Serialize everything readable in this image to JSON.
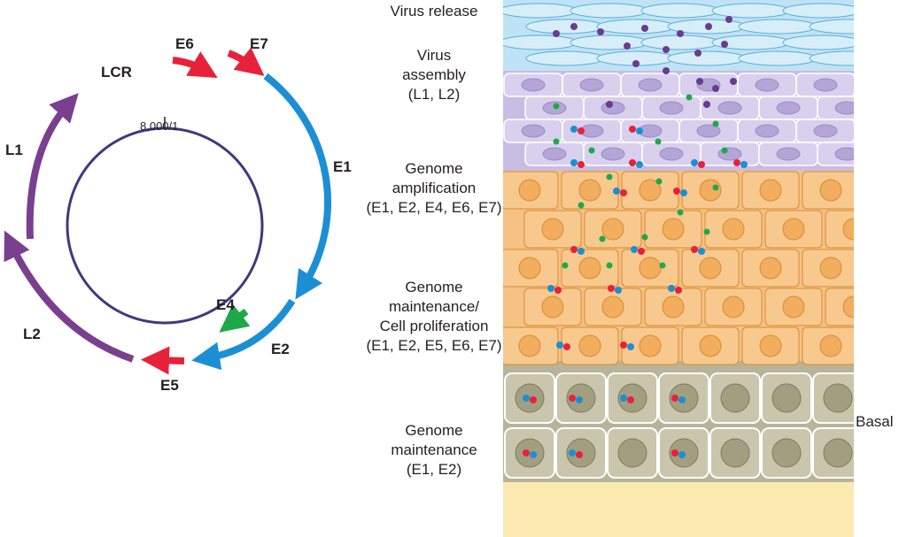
{
  "genome": {
    "position_label": "8,000/1",
    "genes": {
      "lcr": "LCR",
      "e6": "E6",
      "e7": "E7",
      "e1": "E1",
      "e4": "E4",
      "e2": "E2",
      "e5": "E5",
      "l1": "L1",
      "l2": "L2"
    },
    "colors": {
      "early_red": "#e8213b",
      "early_blue": "#1c8fd4",
      "e4_green": "#1fa84a",
      "late_purple": "#7b3f8f",
      "circle": "#3d3a7c"
    }
  },
  "stages": {
    "virus_release": "Virus release",
    "virus_assembly": [
      "Virus",
      "assembly",
      "(L1, L2)"
    ],
    "genome_amplification": [
      "Genome",
      "amplification",
      "(E1, E2, E4, E6, E7)"
    ],
    "maintenance_proliferation": [
      "Genome",
      "maintenance/",
      "Cell proliferation",
      "(E1, E2, E5, E6, E7)"
    ],
    "genome_maintenance": [
      "Genome",
      "maintenance",
      "(E1, E2)"
    ],
    "basal": "Basal"
  },
  "layer_colors": {
    "squames": "#bfe3f4",
    "granular": "#c8bde2",
    "spinous": "#f6c184",
    "basal": "#b7b49a",
    "basement": "#fbe9b0"
  }
}
